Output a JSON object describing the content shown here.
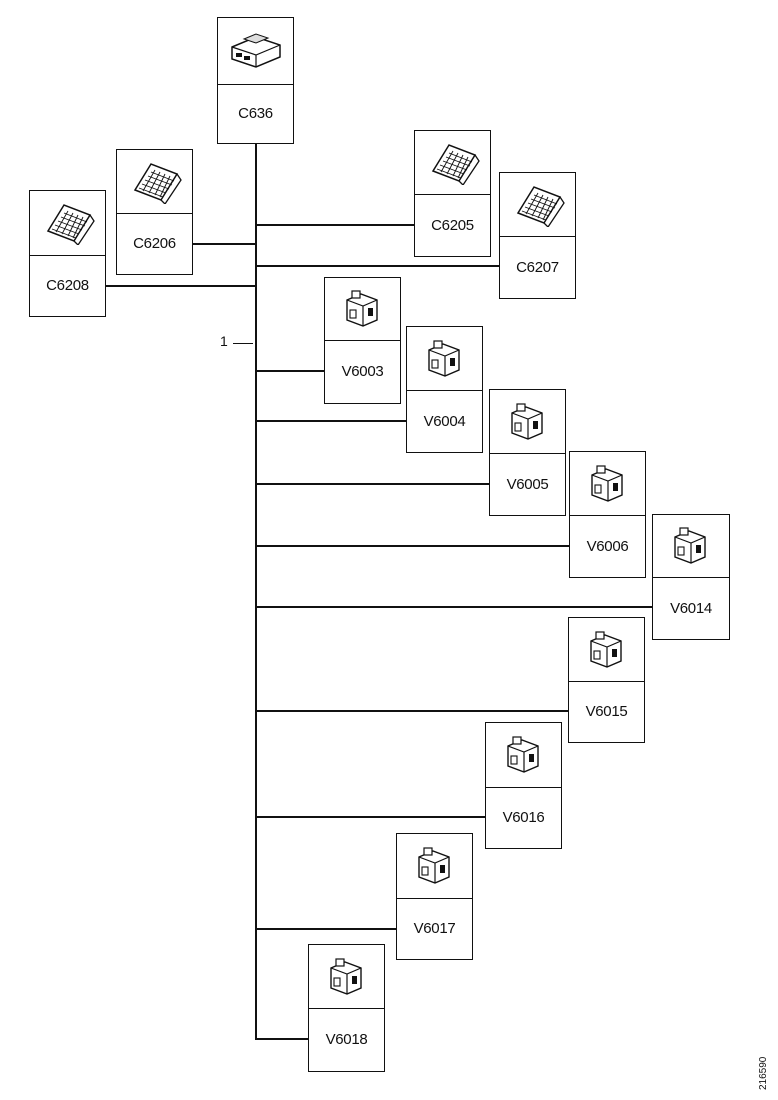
{
  "diagram": {
    "callout": "1",
    "doc_id": "216590",
    "connectors": [
      {
        "id": "c636",
        "label": "C636",
        "icon": "ecu-connector-icon"
      },
      {
        "id": "c6206",
        "label": "C6206",
        "icon": "multi-pin-connector-icon"
      },
      {
        "id": "c6208",
        "label": "C6208",
        "icon": "multi-pin-connector-icon"
      },
      {
        "id": "c6205",
        "label": "C6205",
        "icon": "multi-pin-connector-icon"
      },
      {
        "id": "c6207",
        "label": "C6207",
        "icon": "multi-pin-connector-icon"
      },
      {
        "id": "v6003",
        "label": "V6003",
        "icon": "two-pin-connector-icon"
      },
      {
        "id": "v6004",
        "label": "V6004",
        "icon": "two-pin-connector-icon"
      },
      {
        "id": "v6005",
        "label": "V6005",
        "icon": "two-pin-connector-icon"
      },
      {
        "id": "v6006",
        "label": "V6006",
        "icon": "two-pin-connector-icon"
      },
      {
        "id": "v6014",
        "label": "V6014",
        "icon": "two-pin-connector-icon"
      },
      {
        "id": "v6015",
        "label": "V6015",
        "icon": "two-pin-connector-icon"
      },
      {
        "id": "v6016",
        "label": "V6016",
        "icon": "two-pin-connector-icon"
      },
      {
        "id": "v6017",
        "label": "V6017",
        "icon": "two-pin-connector-icon"
      },
      {
        "id": "v6018",
        "label": "V6018",
        "icon": "two-pin-connector-icon"
      }
    ]
  }
}
